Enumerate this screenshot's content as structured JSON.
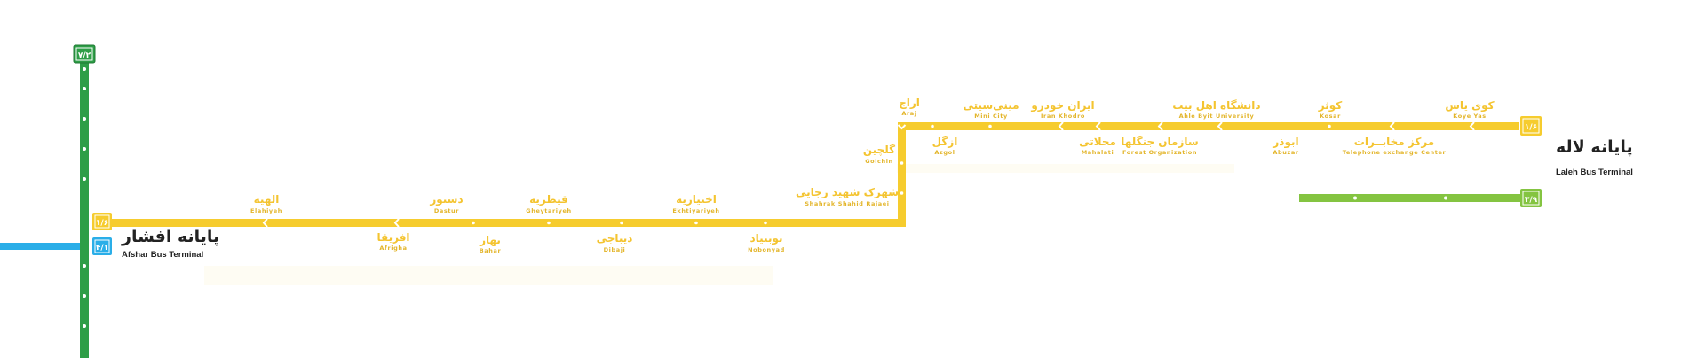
{
  "colors": {
    "yellow_line": "#f6cc2e",
    "green_line": "#2e9e47",
    "light_green_line": "#84c441",
    "blue_line": "#2aaee8",
    "station_dot": "#ffffff",
    "terminal_text": "#222222"
  },
  "terminals": {
    "afshar": {
      "fa": "پایانه افشار",
      "en": "Afshar Bus Terminal"
    },
    "laleh": {
      "fa": "پایانه لاله",
      "en": "Laleh Bus Terminal"
    }
  },
  "badges": {
    "green_top": "۷/۲",
    "yellow_afshar": "۱/۶",
    "blue_afshar": "۴/۱",
    "yellow_laleh": "۱/۶",
    "green_laleh": "۳/۹"
  },
  "stations": [
    {
      "id": "elahieh",
      "fa": "الهیه",
      "en": "Elahiyeh"
    },
    {
      "id": "afrigha",
      "fa": "افریقا",
      "en": "Afrigha"
    },
    {
      "id": "dastur",
      "fa": "دستور",
      "en": "Dastur"
    },
    {
      "id": "bahar",
      "fa": "بهار",
      "en": "Bahar"
    },
    {
      "id": "gheytarieh",
      "fa": "قیطریه",
      "en": "Gheytariyeh"
    },
    {
      "id": "dibaji",
      "fa": "دیباجی",
      "en": "Dibaji"
    },
    {
      "id": "ekhtiarieh",
      "fa": "اختیاریه",
      "en": "Ekhtiyariyeh"
    },
    {
      "id": "nobonyad",
      "fa": "نوبنیاد",
      "en": "Nobonyad"
    },
    {
      "id": "shahrak",
      "fa": "شهرک شهید رجایی",
      "en": "Shahrak Shahid Rajaei"
    },
    {
      "id": "golchin",
      "fa": "گلچین",
      "en": "Golchin"
    },
    {
      "id": "araj",
      "fa": "اراج",
      "en": "Araj"
    },
    {
      "id": "azgol",
      "fa": "ازگل",
      "en": "Azgol"
    },
    {
      "id": "minicity",
      "fa": "مینی‌سیتی",
      "en": "Mini City"
    },
    {
      "id": "irankhodro",
      "fa": "ایران خودرو",
      "en": "Iran Khodro"
    },
    {
      "id": "mahallati",
      "fa": "محلاتی",
      "en": "Mahalati"
    },
    {
      "id": "sazman",
      "fa": "سازمان جنگلها",
      "en": "Forest Organization"
    },
    {
      "id": "ahlbeyt",
      "fa": "دانشگاه اهل بیت",
      "en": "Ahle Byit University"
    },
    {
      "id": "abuzar",
      "fa": "ابوذر",
      "en": "Abuzar"
    },
    {
      "id": "kosar",
      "fa": "کوثر",
      "en": "Kosar"
    },
    {
      "id": "mokhaberat",
      "fa": "مرکز مخابــرات",
      "en": "Telephone exchange Center"
    },
    {
      "id": "kuyeyas",
      "fa": "کوی یاس",
      "en": "Koye Yas"
    }
  ]
}
